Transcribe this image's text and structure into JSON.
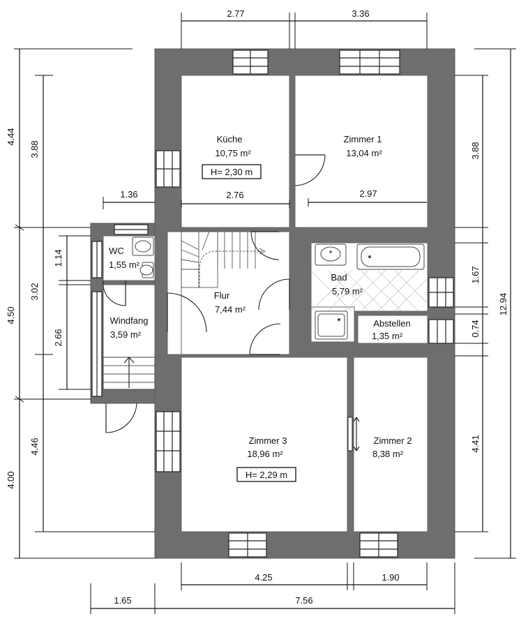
{
  "rooms": [
    {
      "name": "Küche",
      "area": "10,75 m²"
    },
    {
      "name": "Zimmer 1",
      "area": "13,04 m²"
    },
    {
      "name": "WC",
      "area": "1,55 m²"
    },
    {
      "name": "Flur",
      "area": "7,44 m²"
    },
    {
      "name": "Bad",
      "area": "5,79 m²"
    },
    {
      "name": "Windfang",
      "area": "3,59 m²"
    },
    {
      "name": "Abstellen",
      "area": "1,35 m²"
    },
    {
      "name": "Zimmer 3",
      "area": "18,96 m²"
    },
    {
      "name": "Zimmer 2",
      "area": "8,38 m²"
    }
  ],
  "heights": {
    "kueche": "H= 2,30 m",
    "zimmer3": "H= 2,29 m"
  },
  "dimensions": {
    "top": [
      "2.77",
      "3.36"
    ],
    "bottom_inner": [
      "4.25",
      "1.90"
    ],
    "bottom_outer": [
      "1.65",
      "7.56"
    ],
    "left_outer": [
      "4.44",
      "4.50",
      "4.00"
    ],
    "left_inner": [
      "3.88",
      "3.02",
      "4.46"
    ],
    "left_small": [
      "1.14",
      "2.66"
    ],
    "right_inner": [
      "3.88",
      "1.67",
      "0.74",
      "4.41"
    ],
    "right_total": "12.94",
    "inside": [
      "2.76",
      "2.97",
      "1.36"
    ]
  }
}
